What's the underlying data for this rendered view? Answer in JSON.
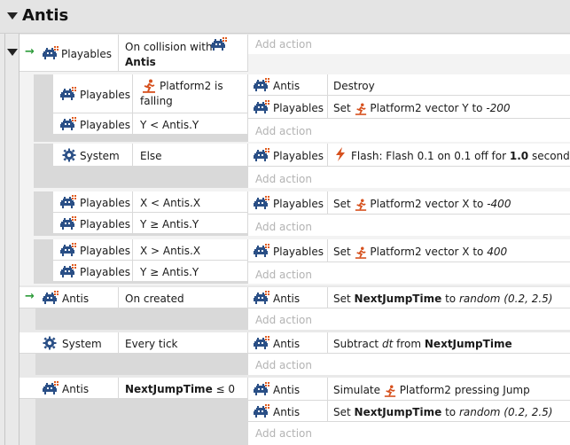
{
  "group": {
    "title": "Antis"
  },
  "events": {
    "e1": {
      "obj": "Playables",
      "cond_text": "On collision with",
      "cond_bold": "Antis",
      "add_action": "Add action",
      "sub1": {
        "c1_obj": "Playables",
        "c1_text": "Platform2 is falling",
        "c2_obj": "Playables",
        "c2_text": "Y < Antis.Y",
        "a1_obj": "Antis",
        "a1_text": "Destroy",
        "a2_obj": "Playables",
        "a2_pre": "Set",
        "a2_text": "Platform2 vector Y to",
        "a2_val": "-200",
        "add_action": "Add action"
      },
      "sub2": {
        "c_obj": "System",
        "c_text": "Else",
        "a_obj": "Playables",
        "a_text": "Flash: Flash 0.1 on 0.1 off for",
        "a_bold": "1.0",
        "a_suffix": "seconds",
        "add_action": "Add action"
      },
      "sub3": {
        "c1_obj": "Playables",
        "c1_text": "X < Antis.X",
        "c2_obj": "Playables",
        "c2_text": "Y ≥ Antis.Y",
        "a_obj": "Playables",
        "a_pre": "Set",
        "a_text": "Platform2 vector X to",
        "a_val": "-400",
        "add_action": "Add action"
      },
      "sub4": {
        "c1_obj": "Playables",
        "c1_text": "X > Antis.X",
        "c2_obj": "Playables",
        "c2_text": "Y ≥ Antis.Y",
        "a_obj": "Playables",
        "a_pre": "Set",
        "a_text": "Platform2 vector X to",
        "a_val": "400",
        "add_action": "Add action"
      }
    },
    "e2": {
      "c_obj": "Antis",
      "c_text": "On created",
      "a_obj": "Antis",
      "a_pre": "Set",
      "a_bold": "NextJumpTime",
      "a_mid": "to",
      "a_val": "random (0.2, 2.5)",
      "add_action": "Add action"
    },
    "e3": {
      "c_obj": "System",
      "c_text": "Every tick",
      "a_obj": "Antis",
      "a_pre": "Subtract",
      "a_ital": "dt",
      "a_mid": "from",
      "a_bold": "NextJumpTime",
      "add_action": "Add action"
    },
    "e4": {
      "c_obj": "Antis",
      "c_bold": "NextJumpTime",
      "c_text": "≤ 0",
      "a1_obj": "Antis",
      "a1_pre": "Simulate",
      "a1_text": "Platform2 pressing Jump",
      "a2_obj": "Antis",
      "a2_pre": "Set",
      "a2_bold": "NextJumpTime",
      "a2_mid": "to",
      "a2_val": "random (0.2, 2.5)",
      "add_action": "Add action"
    }
  },
  "colors": {
    "accent_orange": "#d6501d",
    "trigger_green": "#2e9c3b",
    "sprite_blue": "#2a4f86"
  }
}
